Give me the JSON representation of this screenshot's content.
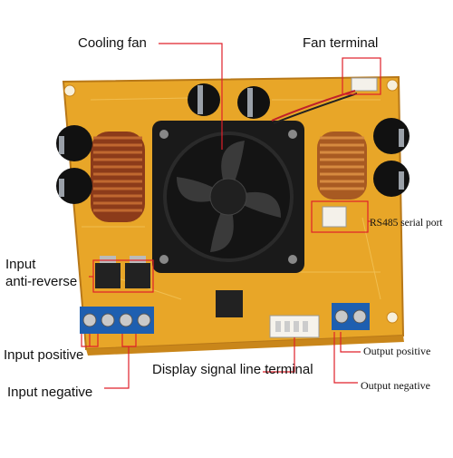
{
  "labels": {
    "cooling_fan": "Cooling fan",
    "fan_terminal": "Fan terminal",
    "rs485_port": "RS485 serial port",
    "input_anti_reverse_line1": "Input",
    "input_anti_reverse_line2": "anti-reverse",
    "input_positive": "Input positive",
    "input_negative": "Input negative",
    "display_signal_line_terminal": "Display signal line terminal",
    "output_positive": "Output positive",
    "output_negative": "Output negative"
  },
  "colors": {
    "pcb": "#e8a628",
    "pcb_dark": "#c9861a",
    "callout_lines": "#e0202a",
    "terminal_blocks": "#1e5fb0",
    "fan": "#1a1a1a",
    "capacitor": "#111111"
  }
}
